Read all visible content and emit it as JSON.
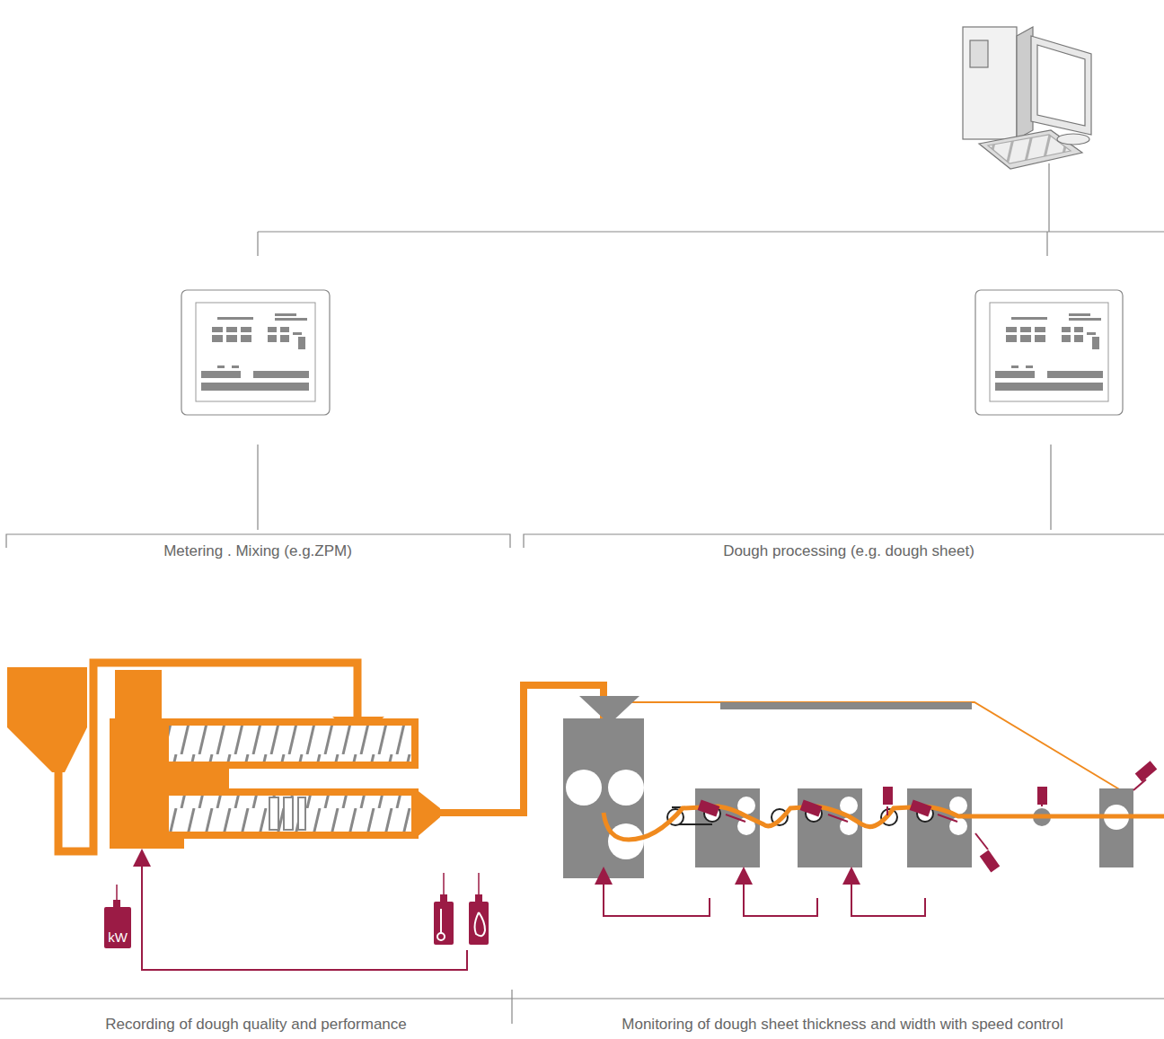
{
  "diagram": {
    "nodes": [
      {
        "text": [
          "kW"
        ]
      }
    ],
    "labels": [
      "Metering . Mixing (e.g.ZPM)",
      "Dough processing (e.g. dough sheet)",
      "Recording of dough quality and performance",
      "Monitoring of dough sheet thickness and width with speed control"
    ]
  }
}
